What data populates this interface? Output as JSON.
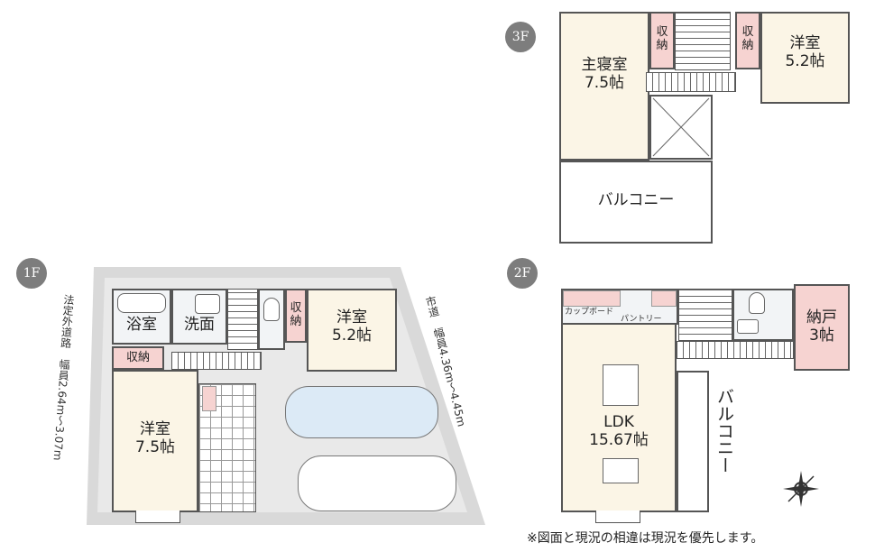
{
  "note": "※図面と現況の相違は現況を優先します。",
  "floors": {
    "f3": {
      "badge": "3F",
      "rooms": {
        "master": "主寝室\n7.5帖",
        "storage_a": "収\n納",
        "storage_b": "収\n納",
        "western": "洋室\n5.2帖",
        "balcony": "バルコニー"
      }
    },
    "f2": {
      "badge": "2F",
      "rooms": {
        "cupboard": "カップボード",
        "pantry": "パントリー",
        "nando": "納戸\n3帖",
        "ldk": "LDK\n15.67帖",
        "balcony": "バルコニー"
      }
    },
    "f1": {
      "badge": "1F",
      "rooms": {
        "bath": "浴室",
        "washroom": "洗面",
        "storage_a": "収納",
        "storage_b": "収\n納",
        "western_a": "洋室\n5.2帖",
        "western_b": "洋室\n7.5帖"
      },
      "road_left": "法定外道路　幅員2.64m～3.07m",
      "road_right": "市道　幅員4.36m～4.45m"
    }
  },
  "colors": {
    "room_fill": "#fbf5e6",
    "storage_fill": "#f6d3d1",
    "lot_fill": "#d9d9d9",
    "car_fill": "#dceaf6"
  }
}
